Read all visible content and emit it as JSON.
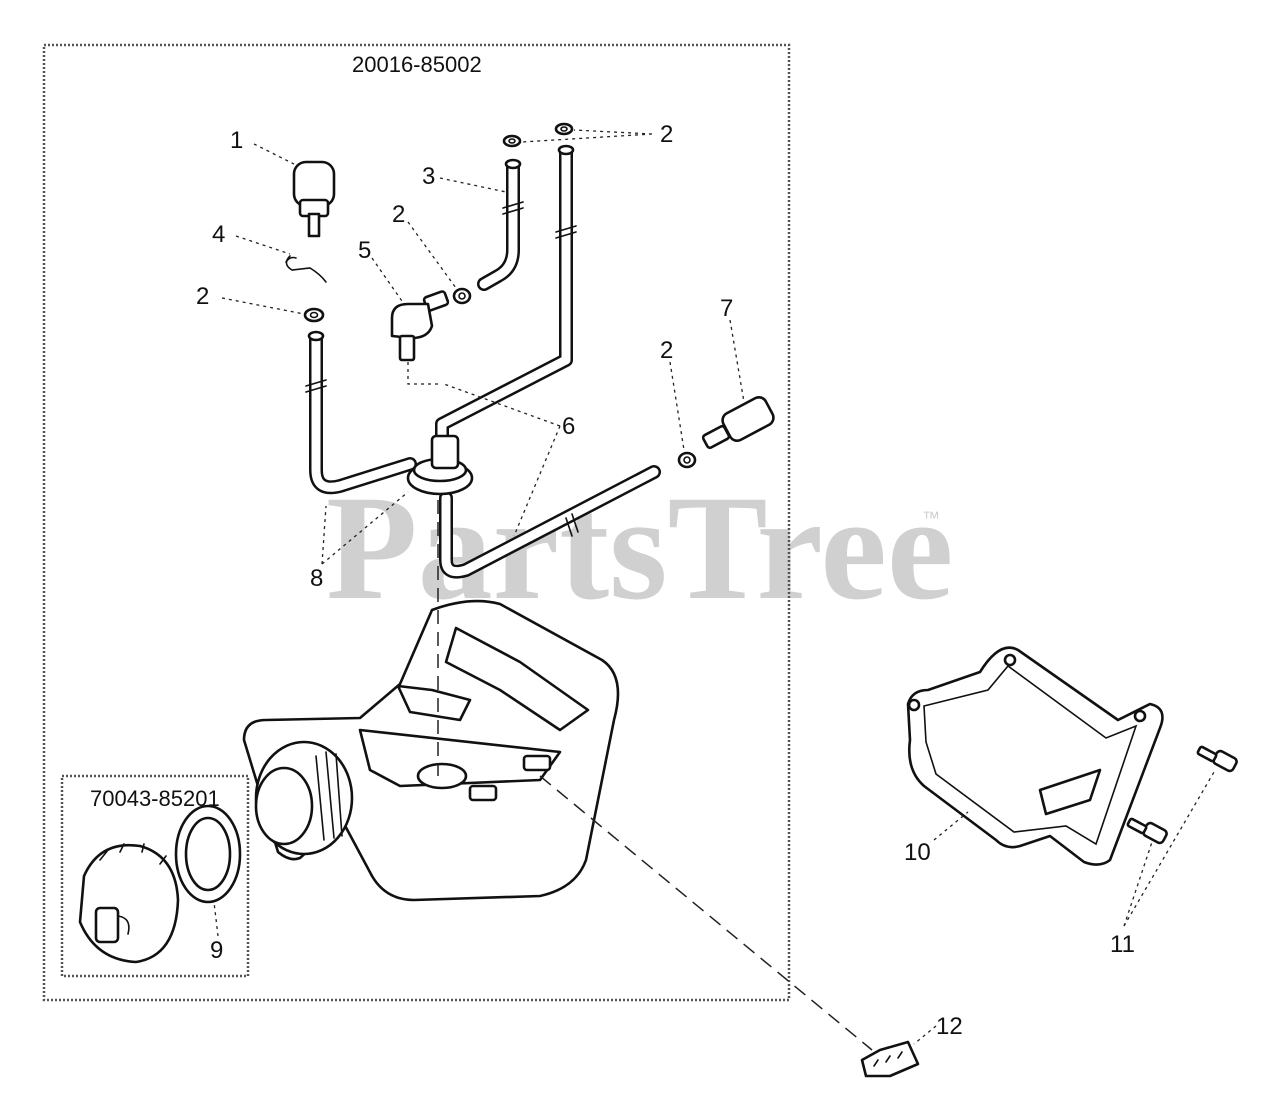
{
  "assemblies": {
    "main_code": "20016-85002",
    "cap_code": "70043-85201"
  },
  "callouts": [
    {
      "id": "c1",
      "text": "1"
    },
    {
      "id": "c2a",
      "text": "2"
    },
    {
      "id": "c2b",
      "text": "2"
    },
    {
      "id": "c2c",
      "text": "2"
    },
    {
      "id": "c2d",
      "text": "2"
    },
    {
      "id": "c3",
      "text": "3"
    },
    {
      "id": "c4",
      "text": "4"
    },
    {
      "id": "c5",
      "text": "5"
    },
    {
      "id": "c6",
      "text": "6"
    },
    {
      "id": "c7",
      "text": "7"
    },
    {
      "id": "c8",
      "text": "8"
    },
    {
      "id": "c9",
      "text": "9"
    },
    {
      "id": "c10",
      "text": "10"
    },
    {
      "id": "c11",
      "text": "11"
    },
    {
      "id": "c12",
      "text": "12"
    }
  ],
  "watermark": {
    "text": "PartsTree",
    "trademark": "™"
  }
}
